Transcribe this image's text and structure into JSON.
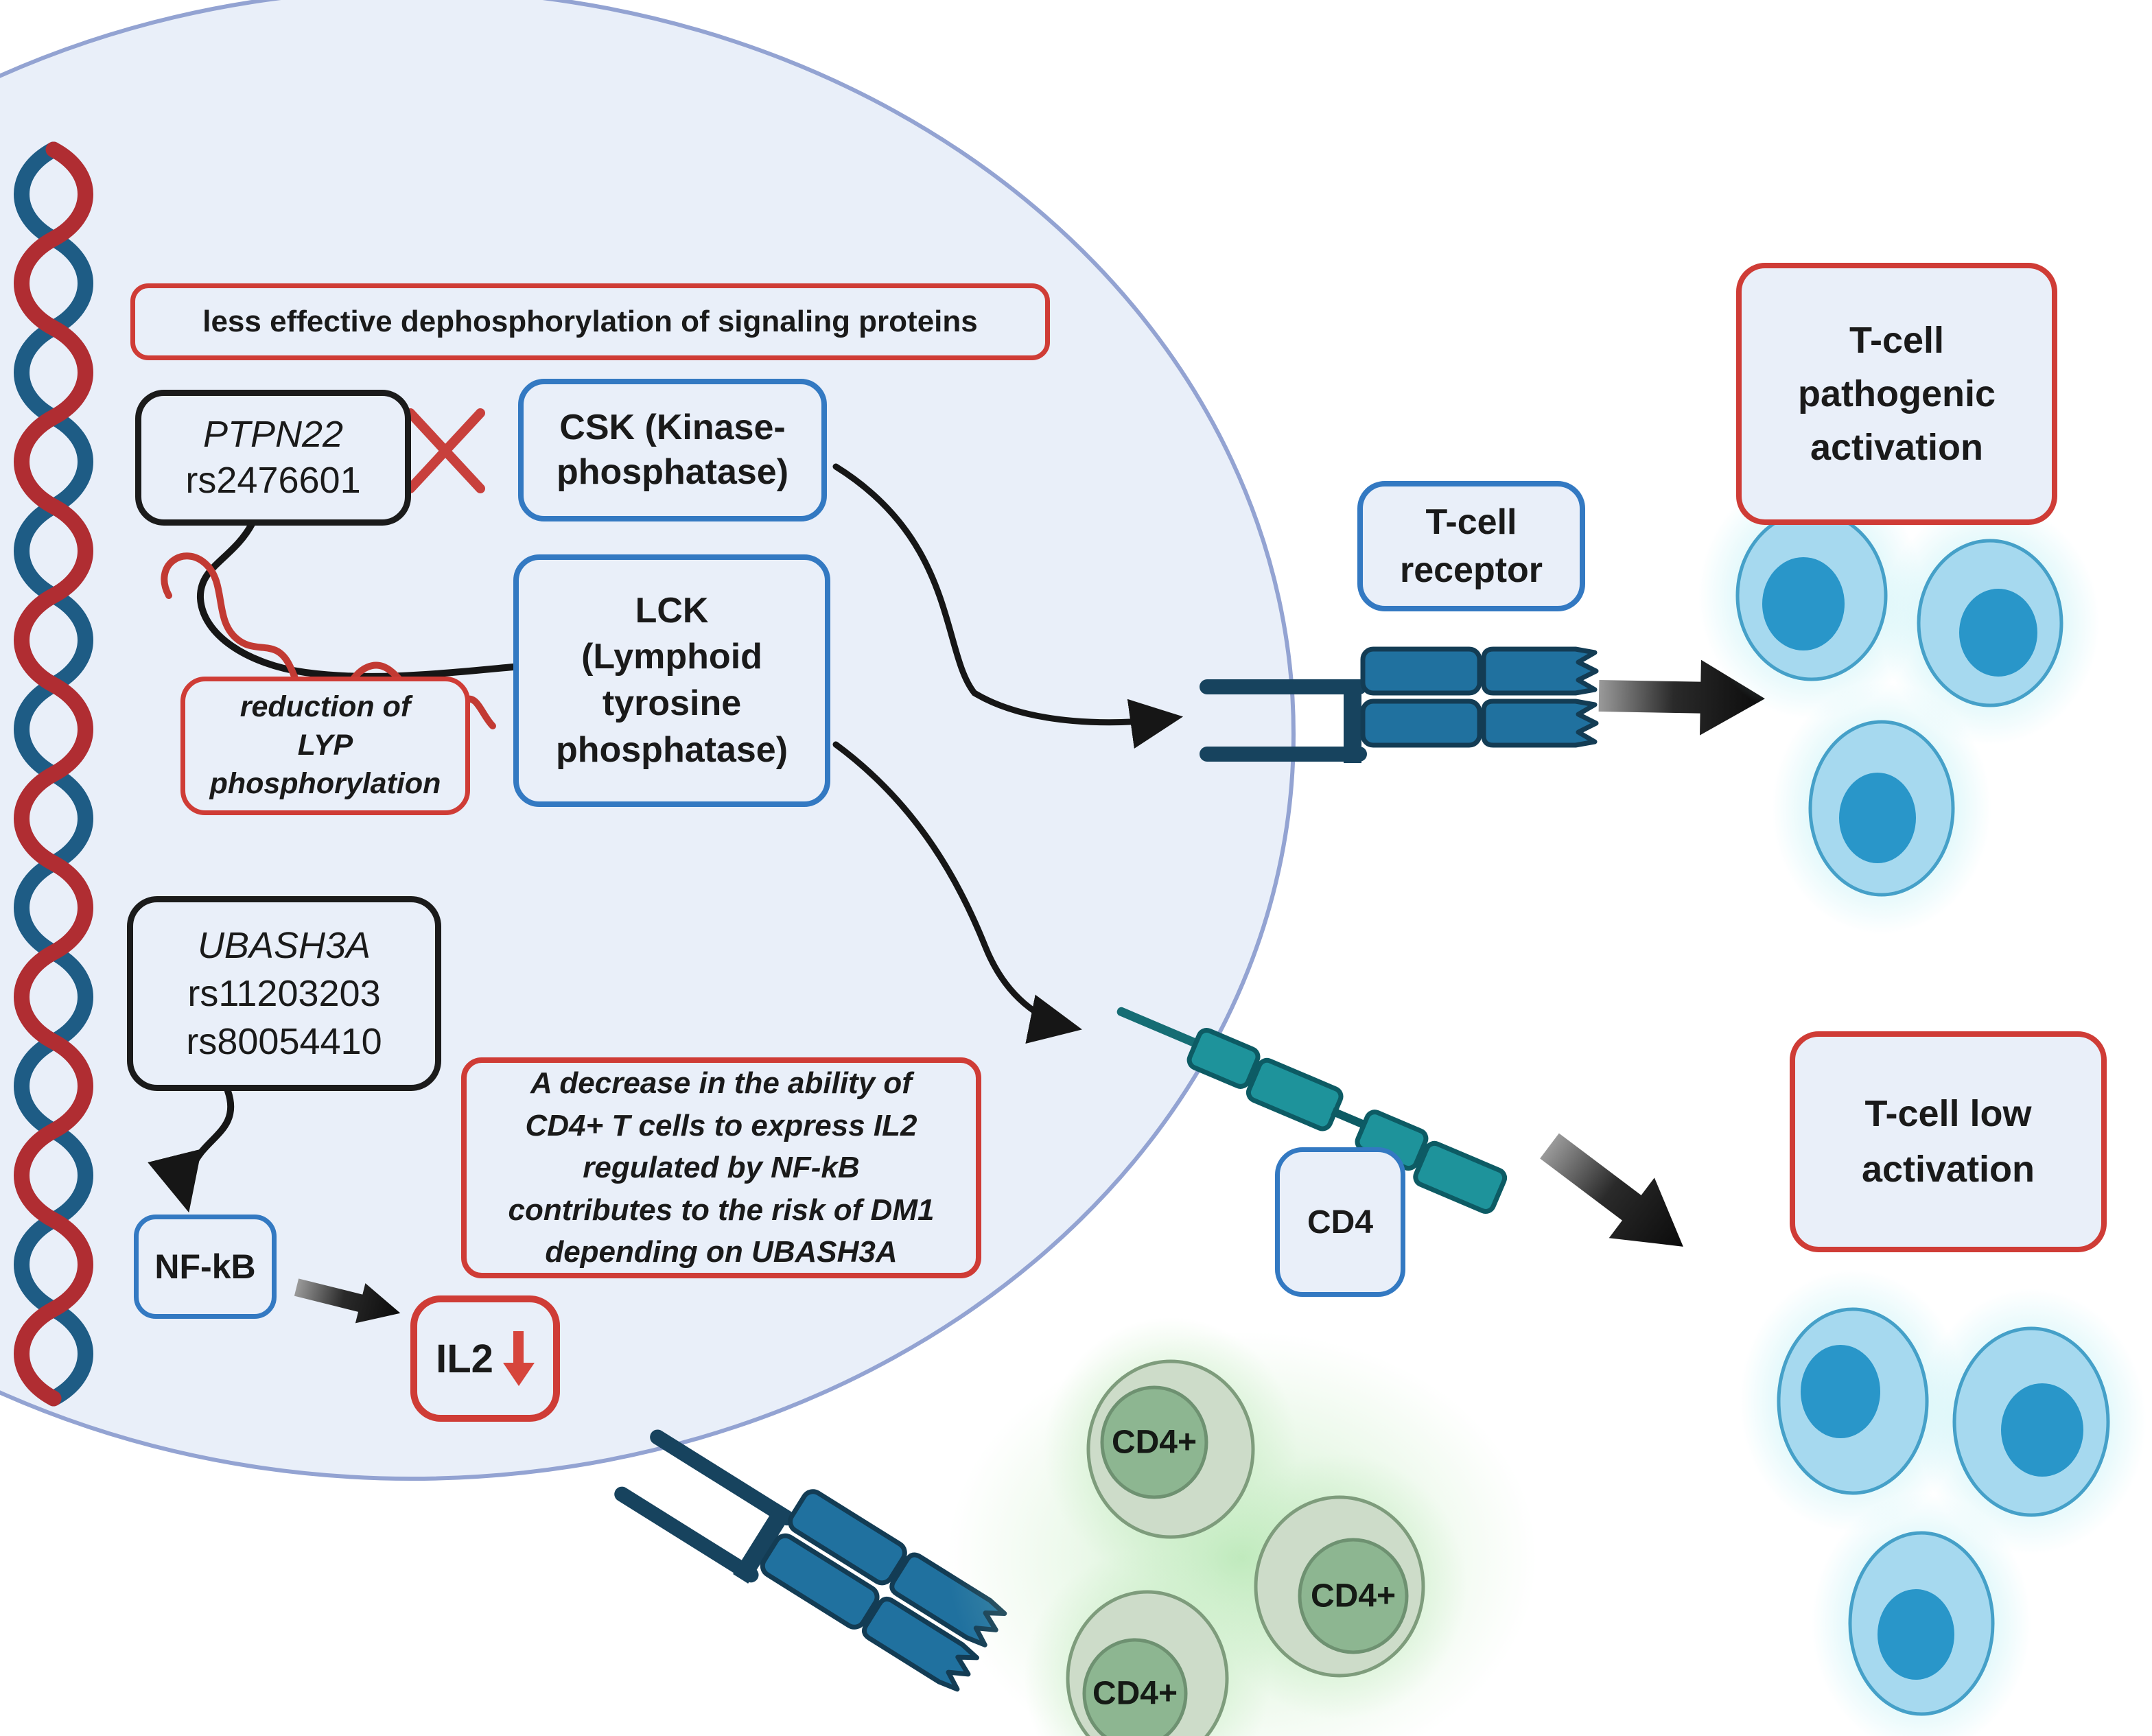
{
  "cell": {
    "banner": "less effective dephosphorylation of signaling proteins",
    "ptpn22_gene": "PTPN22",
    "ptpn22_variant": "rs2476601",
    "csk": "CSK (Kinase-\nphosphatase)",
    "lck": "LCK\n(Lymphoid\ntyrosine\nphosphatase)",
    "reduction_note": "reduction of\nLYP\nphosphorylation",
    "ubash3a_gene": "UBASH3A",
    "ubash3a_variant1": "rs11203203",
    "ubash3a_variant2": "rs80054410",
    "decrease_note": "A decrease in the ability of\nCD4+ T cells to express IL2\nregulated by NF-kB\ncontributes to the risk of DM1\ndepending on UBASH3A",
    "nfkb": "NF-kB",
    "il2": "IL2"
  },
  "membrane_labels": {
    "tcr": "T-cell\nreceptor",
    "cd4": "CD4"
  },
  "outcomes": {
    "pathogenic": "T-cell\npathogenic\nactivation",
    "low": "T-cell low\nactivation"
  },
  "cd4_cells": [
    "CD4+",
    "CD4+",
    "CD4+"
  ],
  "colors": {
    "red_accent": "#cf3c36",
    "blue_accent": "#3379c2",
    "black_outline": "#1b1b1b",
    "cell_fill": "#e9eff9",
    "membrane_stroke": "#93a3d2",
    "tcr_blue": "#20719f",
    "tcr_outline": "#133c54",
    "teal_cd4": "#1e939b",
    "blue_cell": "#a6d9ef",
    "blue_nucleus": "#2996c9",
    "green_cell": "#cddcc9",
    "green_nucleus": "#8db691",
    "dna_red": "#b02d32",
    "dna_blue": "#1e5c85",
    "il2_arrow_red": "#d6453c"
  }
}
